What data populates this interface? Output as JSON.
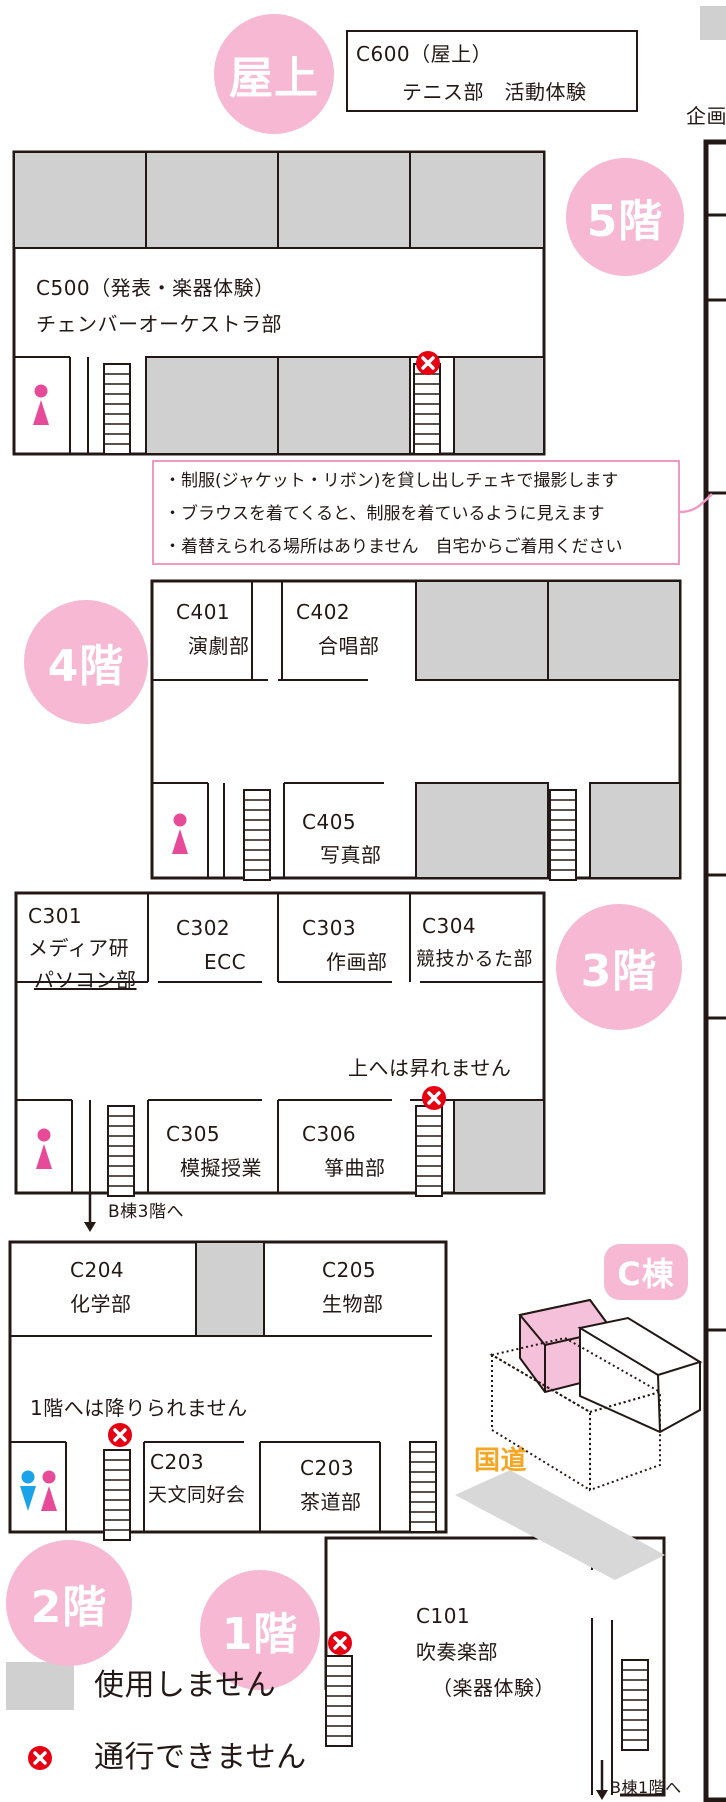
{
  "floors": {
    "roof": {
      "badge": "屋上",
      "room_id": "C600（屋上）",
      "room_text": "テニス部　活動体験"
    },
    "f5": {
      "badge": "5階",
      "room_id": "C500（発表・楽器体験）",
      "room_text": "チェンバーオーケストラ部"
    },
    "notes": [
      "・制服(ジャケット・リボン)を貸し出しチェキで撮影します",
      "・ブラウスを着てくると、制服を着ているように見えます",
      "・着替えられる場所はありません　自宅からご着用ください"
    ],
    "f4": {
      "badge": "4階",
      "rooms": [
        {
          "id": "C401",
          "name": "演劇部"
        },
        {
          "id": "C402",
          "name": "合唱部"
        },
        {
          "id": "C405",
          "name": "写真部"
        }
      ]
    },
    "f3": {
      "badge": "3階",
      "rooms": [
        {
          "id": "C301",
          "name": "メディア研",
          "name2": "パソコン部"
        },
        {
          "id": "C302",
          "name": "ECC"
        },
        {
          "id": "C303",
          "name": "作画部"
        },
        {
          "id": "C304",
          "name": "競技かるた部"
        },
        {
          "id": "C305",
          "name": "模擬授業"
        },
        {
          "id": "C306",
          "name": "箏曲部"
        }
      ],
      "no_up": "上へは昇れません",
      "to_b3": "B棟3階へ"
    },
    "f2": {
      "badge": "2階",
      "rooms": [
        {
          "id": "C204",
          "name": "化学部"
        },
        {
          "id": "C205",
          "name": "生物部"
        },
        {
          "id": "C203",
          "name": "天文同好会"
        },
        {
          "id": "C203",
          "name": "茶道部"
        }
      ],
      "no_down": "1階へは降りられません"
    },
    "f1": {
      "badge": "1階",
      "room_id": "C101",
      "room_name": "吹奏楽部",
      "room_sub": "（楽器体験）",
      "to_b1": "B棟1階へ"
    }
  },
  "building": {
    "label": "C棟",
    "road": "国道"
  },
  "side": {
    "cut_label": "企画"
  },
  "legend": {
    "unused": "使用しません",
    "no_pass": "通行できません"
  },
  "colors": {
    "pink": "#f6b8d3",
    "pink_line": "#f09ac3",
    "gray_room": "#d0d0d0",
    "no_pass_red": "#e60012",
    "road_orange": "#f5a623",
    "male_blue": "#1aa3e8",
    "female_pink": "#e84a9a"
  }
}
